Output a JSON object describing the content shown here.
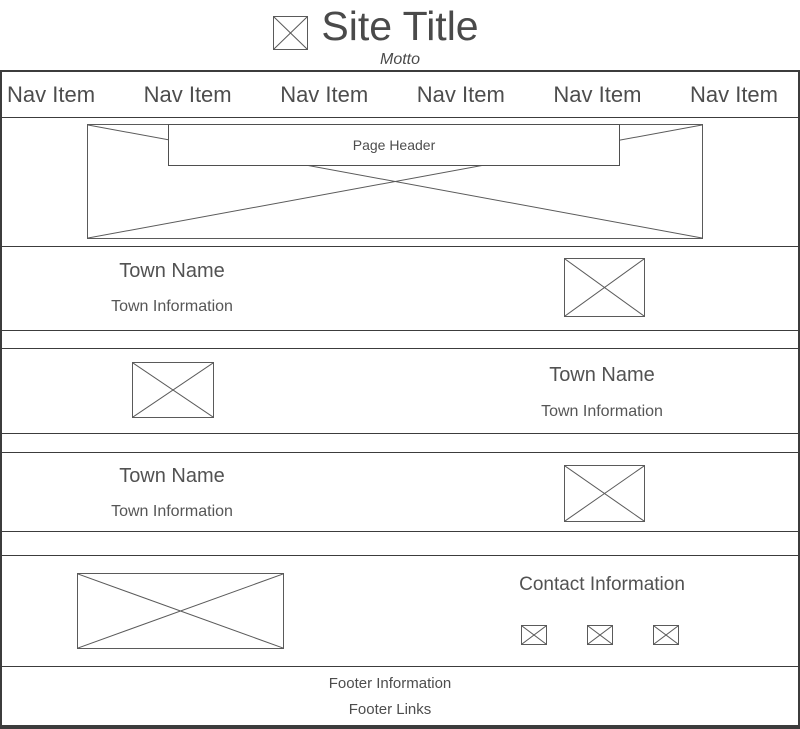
{
  "masthead": {
    "title": "Site Title",
    "motto": "Motto"
  },
  "nav": {
    "items": [
      {
        "label": "Nav Item"
      },
      {
        "label": "Nav Item"
      },
      {
        "label": "Nav Item"
      },
      {
        "label": "Nav Item"
      },
      {
        "label": "Nav Item"
      },
      {
        "label": "Nav Item"
      }
    ]
  },
  "hero": {
    "header_label": "Page Header"
  },
  "towns": [
    {
      "name": "Town Name",
      "info": "Town Information",
      "image_side": "right"
    },
    {
      "name": "Town Name",
      "info": "Town Information",
      "image_side": "left"
    },
    {
      "name": "Town Name",
      "info": "Town Information",
      "image_side": "right"
    }
  ],
  "contact": {
    "heading": "Contact Information",
    "icon_count": 3
  },
  "footer": {
    "information": "Footer Information",
    "links": "Footer Links"
  },
  "colors": {
    "text": "#4d4d4d",
    "line": "#3c3c3c",
    "placeholder_stroke": "#5a5a5a",
    "background": "#ffffff"
  }
}
